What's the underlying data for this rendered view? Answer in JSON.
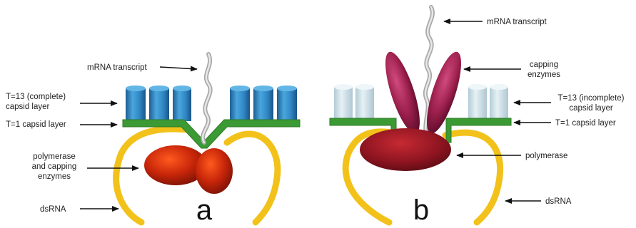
{
  "panel_a": {
    "letter": "a",
    "labels": {
      "mrna": "mRNA transcript",
      "t13_line1": "T=13 (complete)",
      "t13_line2": "capsid layer",
      "t1": "T=1 capsid layer",
      "pol_line1": "polymerase",
      "pol_line2": "and capping",
      "pol_line3": "enzymes",
      "dsrna": "dsRNA"
    }
  },
  "panel_b": {
    "letter": "b",
    "labels": {
      "mrna": "mRNA transcript",
      "cap_line1": "capping",
      "cap_line2": "enzymes",
      "t13_line1": "T=13 (incomplete)",
      "t13_line2": "capsid layer",
      "t1": "T=1 capsid layer",
      "pol": "polymerase",
      "dsrna": "dsRNA"
    }
  },
  "colors": {
    "t13_subunit": "#2f86c4",
    "t13_incomplete": "#cfe2ea",
    "t1_layer": "#3c9a34",
    "polymerase": "#b01e0a",
    "capping_enzyme": "#9a1e4a",
    "dsrna": "#f2c21a",
    "mrna": "#b9b9b9"
  }
}
